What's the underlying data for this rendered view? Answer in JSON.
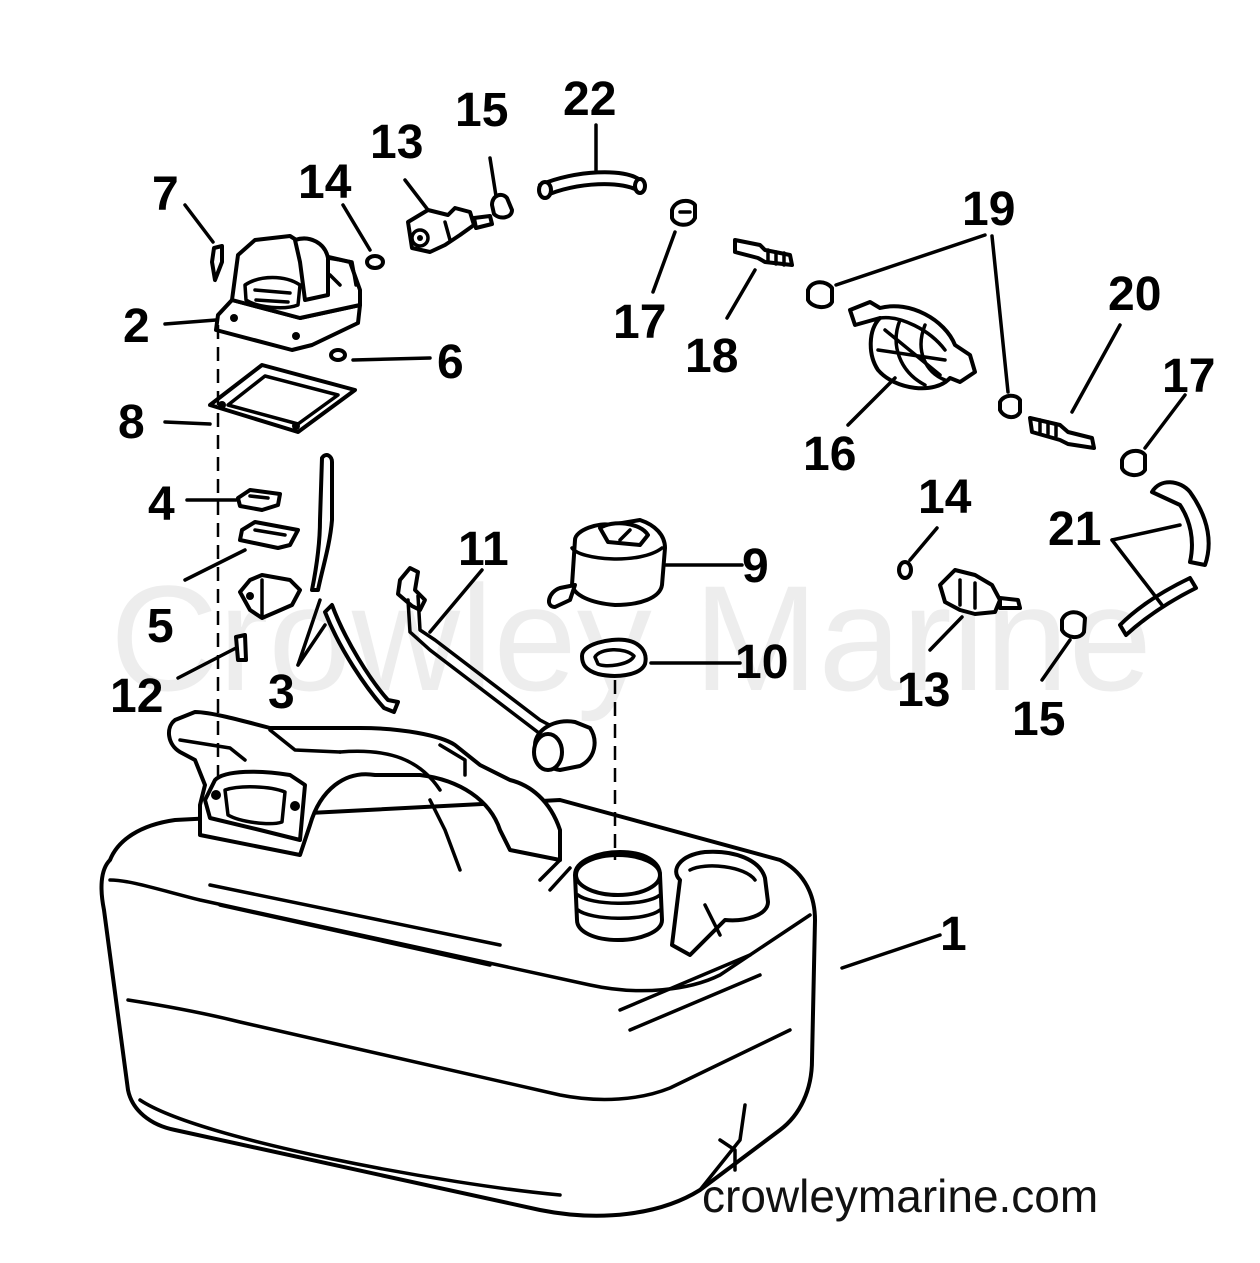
{
  "watermark": "Crowley Marine",
  "footer_url": "crowleymarine.com",
  "callouts": [
    "1",
    "2",
    "3",
    "4",
    "5",
    "6",
    "7",
    "8",
    "9",
    "10",
    "11",
    "12",
    "13",
    "14",
    "15",
    "16",
    "17",
    "18",
    "19",
    "20",
    "21",
    "22",
    "13",
    "14",
    "15",
    "17"
  ],
  "colors": {
    "line": "#000000",
    "background": "#ffffff"
  }
}
